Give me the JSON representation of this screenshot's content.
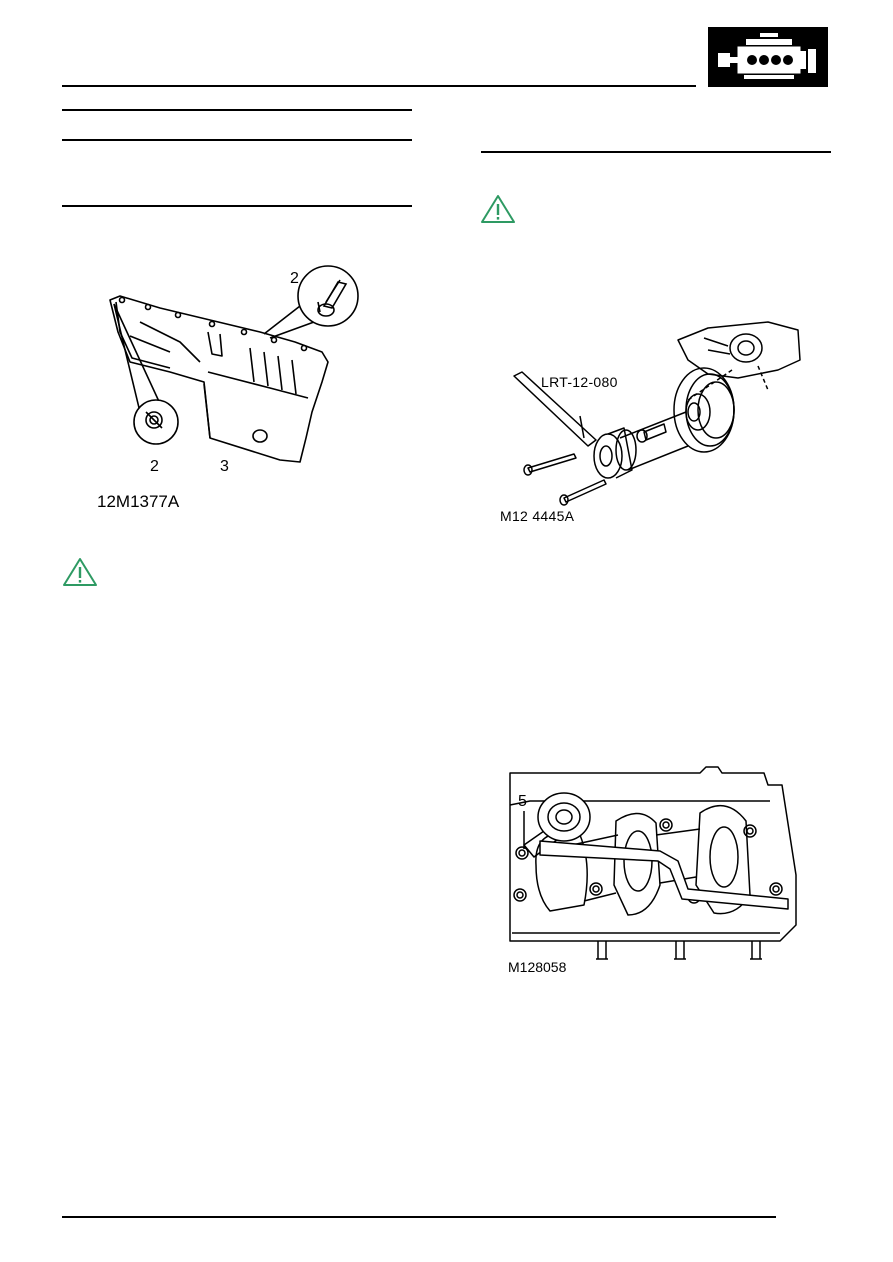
{
  "header": {
    "section_icon": "engine-icon"
  },
  "figures": {
    "oil_sump": {
      "code": "12M1377A",
      "callouts": {
        "bolt_top": "2",
        "bolt_bottom": "2",
        "sump": "3"
      }
    },
    "crank_pulley": {
      "code": "M12 4445A",
      "tool_label": "LRT-12-080"
    },
    "crankshaft_tool": {
      "code": "M128058",
      "callout": "5"
    }
  },
  "icons": {
    "caution": "caution-triangle-icon"
  },
  "colors": {
    "caution_green": "#2e9a63",
    "rule": "#000000"
  }
}
